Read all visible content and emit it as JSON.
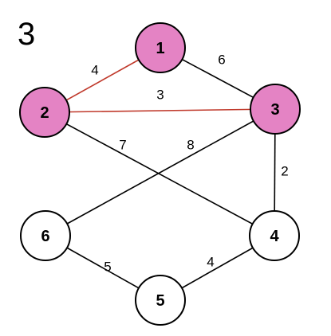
{
  "step_label": "3",
  "colors": {
    "visited_fill": "#e483c4",
    "unvisited_fill": "#ffffff",
    "node_stroke": "#000000",
    "selected_edge": "#c0392b",
    "edge": "#000000"
  },
  "nodes": [
    {
      "id": "1",
      "label": "1",
      "visited": true
    },
    {
      "id": "2",
      "label": "2",
      "visited": true
    },
    {
      "id": "3",
      "label": "3",
      "visited": true
    },
    {
      "id": "4",
      "label": "4",
      "visited": false
    },
    {
      "id": "5",
      "label": "5",
      "visited": false
    },
    {
      "id": "6",
      "label": "6",
      "visited": false
    }
  ],
  "edges": [
    {
      "from": "1",
      "to": "2",
      "weight": "4",
      "selected": true
    },
    {
      "from": "1",
      "to": "3",
      "weight": "6",
      "selected": false
    },
    {
      "from": "2",
      "to": "3",
      "weight": "3",
      "selected": true
    },
    {
      "from": "2",
      "to": "4",
      "weight": "7",
      "selected": false
    },
    {
      "from": "3",
      "to": "6",
      "weight": "8",
      "selected": false
    },
    {
      "from": "3",
      "to": "4",
      "weight": "2",
      "selected": false
    },
    {
      "from": "6",
      "to": "5",
      "weight": "5",
      "selected": false
    },
    {
      "from": "5",
      "to": "4",
      "weight": "4",
      "selected": false
    }
  ]
}
